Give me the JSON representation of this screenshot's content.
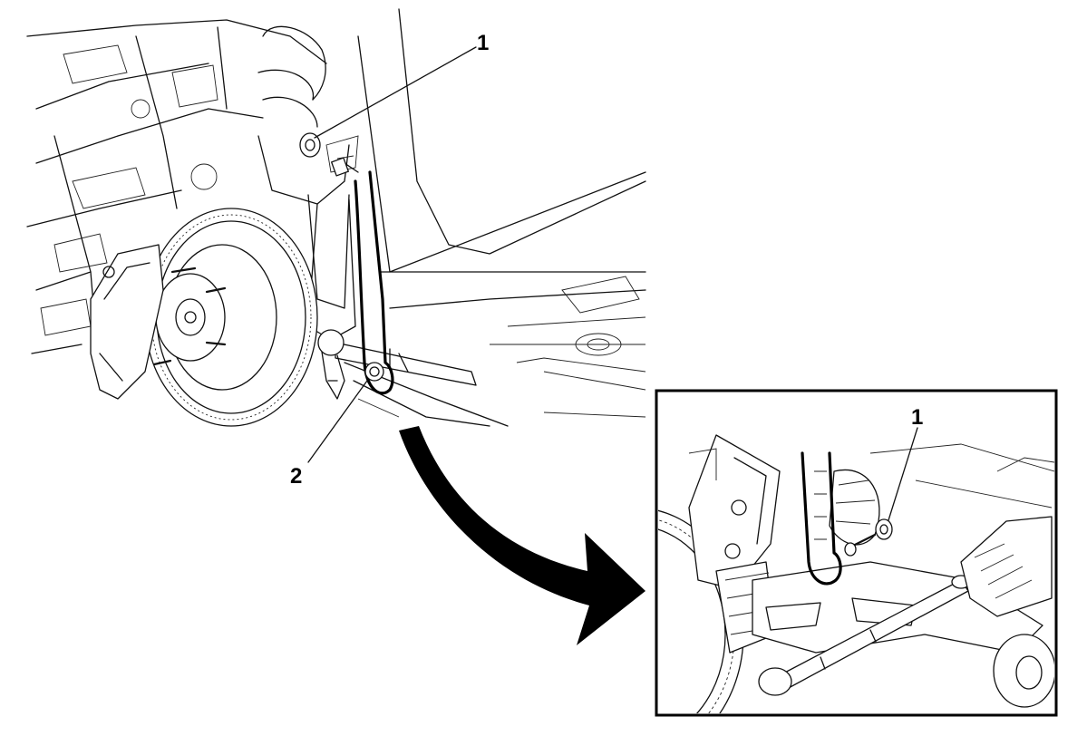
{
  "figure": {
    "main_view": {
      "callouts": [
        {
          "id": "1",
          "label": "1"
        },
        {
          "id": "2",
          "label": "2"
        }
      ]
    },
    "detail_inset": {
      "callouts": [
        {
          "id": "1",
          "label": "1"
        }
      ]
    },
    "transition_arrow": {
      "color": "#000000"
    },
    "line_color": "#111111",
    "background": "#ffffff"
  }
}
